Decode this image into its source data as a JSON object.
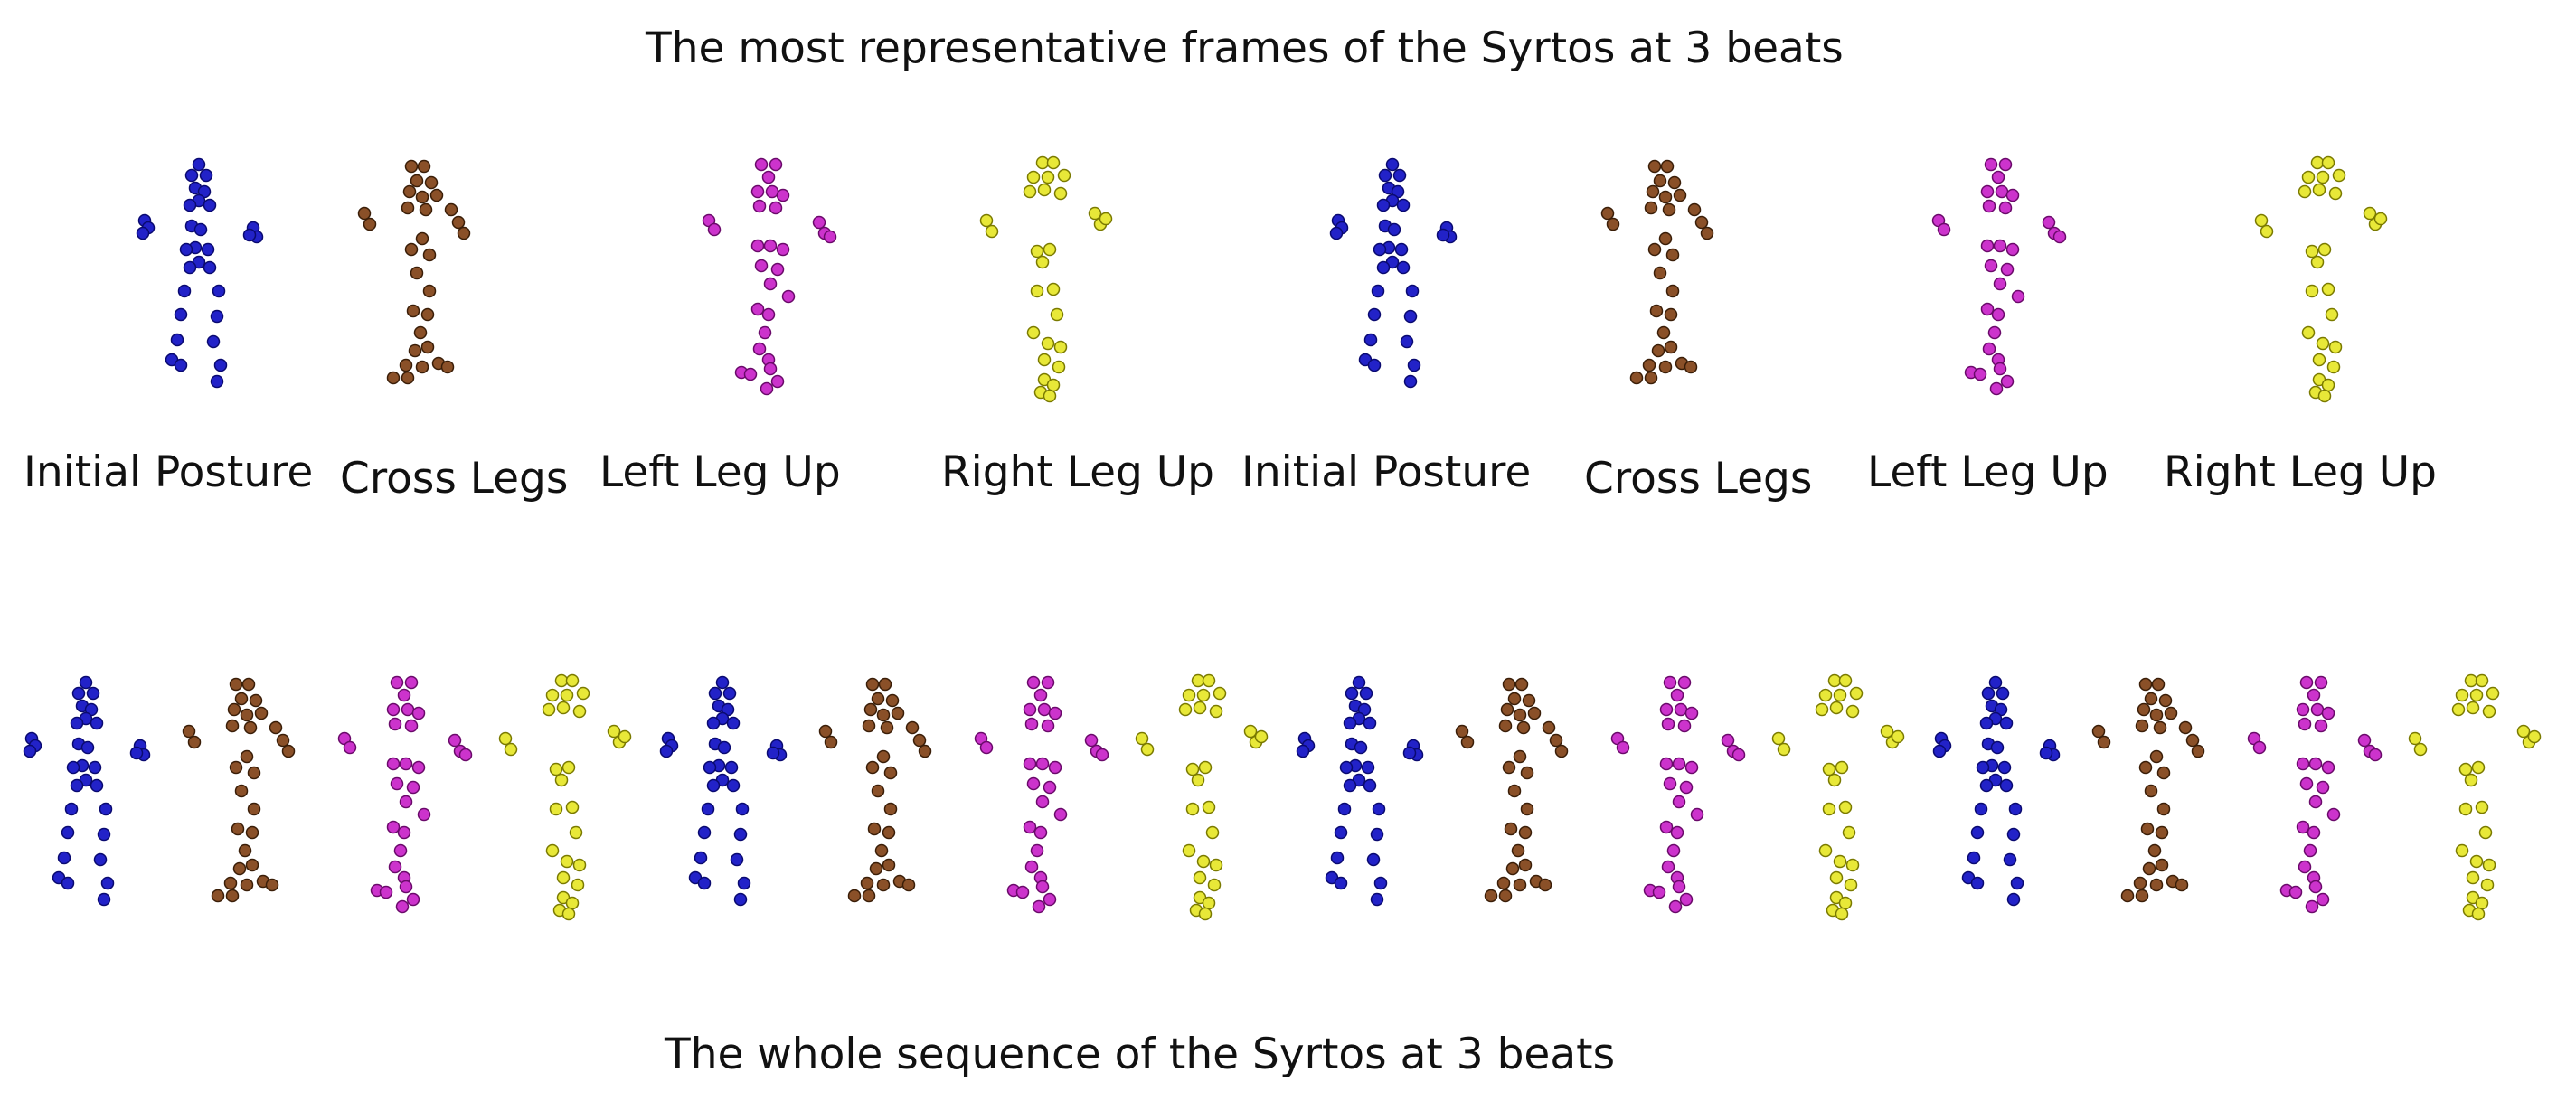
{
  "top_title": "The most representative frames of the Syrtos at 3 beats",
  "bottom_title": "The whole sequence of the  Syrtos at 3 beats",
  "posture_colors": {
    "initial": "#2222c8",
    "cross": "#8a5028",
    "left": "#cc33cc",
    "right": "#e8e838"
  },
  "representative_frames": [
    {
      "label": "Initial Posture",
      "posture": "initial"
    },
    {
      "label": "Cross Legs",
      "posture": "cross"
    },
    {
      "label": "Left Leg Up",
      "posture": "left"
    },
    {
      "label": "Right Leg Up",
      "posture": "right"
    },
    {
      "label": "Initial Posture",
      "posture": "initial"
    },
    {
      "label": "Cross Legs",
      "posture": "cross"
    },
    {
      "label": "Left Leg Up",
      "posture": "left"
    },
    {
      "label": "Right Leg Up",
      "posture": "right"
    }
  ],
  "sequence": [
    "initial",
    "cross",
    "left",
    "right",
    "initial",
    "cross",
    "left",
    "right",
    "initial",
    "cross",
    "left",
    "right",
    "initial",
    "cross",
    "left",
    "right"
  ]
}
